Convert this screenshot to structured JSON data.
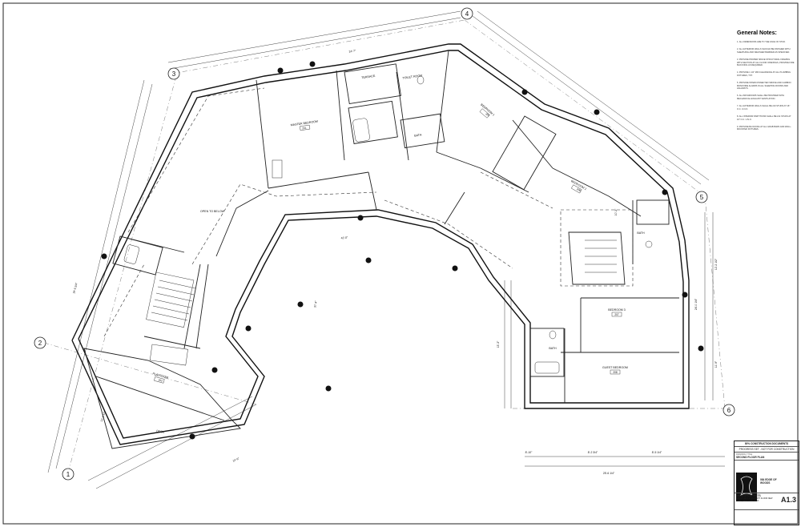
{
  "sheet": {
    "notes_title": "General Notes:",
    "notes": [
      "1. ALL DIMENSIONS ARE TO THE FACE OF STUD.",
      "2. ALL EXTERIOR WALLS SHOULD BE FINISHED WITH SHEATHING AND WEATHER BARRIER AS SPECIFIED.",
      "3. PROVIDE PROPER SPACE STRUCTURAL FRAMING WITH SECTION AT ALL FLOOR OPENINGS, PROVIDE FIRE BLOCKING AS REQUIRED.",
      "4. PROVIDE 1 1/2\" MIN CLEARANCE AT ALL PLUMBING FIXTURES, TYP.",
      "5. PROVIDE INTERCONNECTED SMOKE AND CARBON MONOXIDE ALARMS IN ALL SLEEPING ROOMS AND HALLWAYS.",
      "6. ALL BATHROOMS SHALL BE PROVIDED WITH MECHANICAL EXHAUST VENTILATION.",
      "7. ALL EXTERIOR WALLS SHALL BE 2x6 STUDS AT 16\" O.C. U.N.O.",
      "8. ALL INTERIOR PARTITIONS SHALL BE 2x4 STUDS AT 16\" O.C. U.N.O.",
      "9. PROVIDE BLOCKING AT ALL GRAB BARS AND WALL-MOUNTED FIXTURES."
    ],
    "title_block": {
      "phase": "80% CONSTRUCTION DOCUMENTS",
      "status": "PROGRESS SET - NOT FOR CONSTRUCTION",
      "drawing_title_label": "DRAWING TITLE",
      "drawing_title": "SECOND FLOOR PLAN",
      "project": "084 EDGE OF WOODS",
      "firm": "OBRA ARCHITECTS",
      "firm_address": "315 CHURCH STREET 4TH FLOOR NEW YORK, NEW YORK 10013",
      "sheet_number": "A1.3"
    }
  },
  "plan": {
    "grid_markers": [
      "1",
      "2",
      "3",
      "4",
      "5",
      "6"
    ],
    "rooms": [
      {
        "name": "MASTER BEDROOM",
        "number": "201"
      },
      {
        "name": "TERRACE",
        "number": ""
      },
      {
        "name": "TOILET ROOM",
        "number": ""
      },
      {
        "name": "BATH",
        "number": ""
      },
      {
        "name": "BEDROOM 1",
        "number": "205"
      },
      {
        "name": "BEDROOM 2",
        "number": "206"
      },
      {
        "name": "BEDROOM 3",
        "number": "207"
      },
      {
        "name": "GUEST BEDROOM",
        "number": "208"
      },
      {
        "name": "BATH",
        "number": ""
      },
      {
        "name": "BATH",
        "number": ""
      },
      {
        "name": "PLAYROOM",
        "number": "202"
      },
      {
        "name": "OPEN TO BELOW",
        "number": ""
      },
      {
        "name": "DECK",
        "number": ""
      }
    ],
    "dimensions": [
      "25'-6 1/4\"",
      "8'-10\"",
      "8'-2 3/4\"",
      "8'-5 1/4\"",
      "24'-0 1/4\"",
      "12'-2 1/2\"",
      "11'-9\"",
      "10'-3\"",
      "13'-3\"",
      "19'-5 3/4\"",
      "37'-4\"",
      "42'-0\"",
      "24'-7\"",
      "12'-0 1/2\"",
      "14'-6\""
    ]
  }
}
